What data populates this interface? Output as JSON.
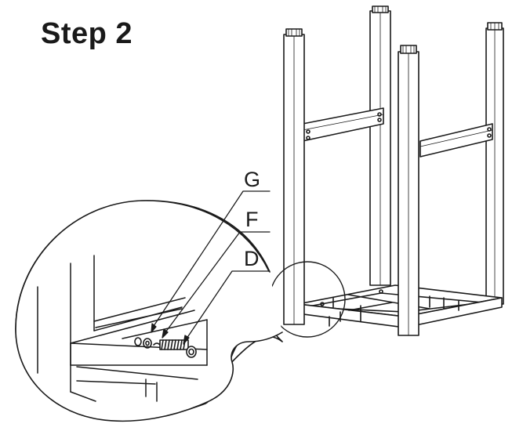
{
  "diagram": {
    "step_title": "Step 2",
    "parts": [
      {
        "letter": "G"
      },
      {
        "letter": "F"
      },
      {
        "letter": "D"
      }
    ],
    "colors": {
      "line": "#1a1a1a",
      "background": "#ffffff"
    }
  }
}
